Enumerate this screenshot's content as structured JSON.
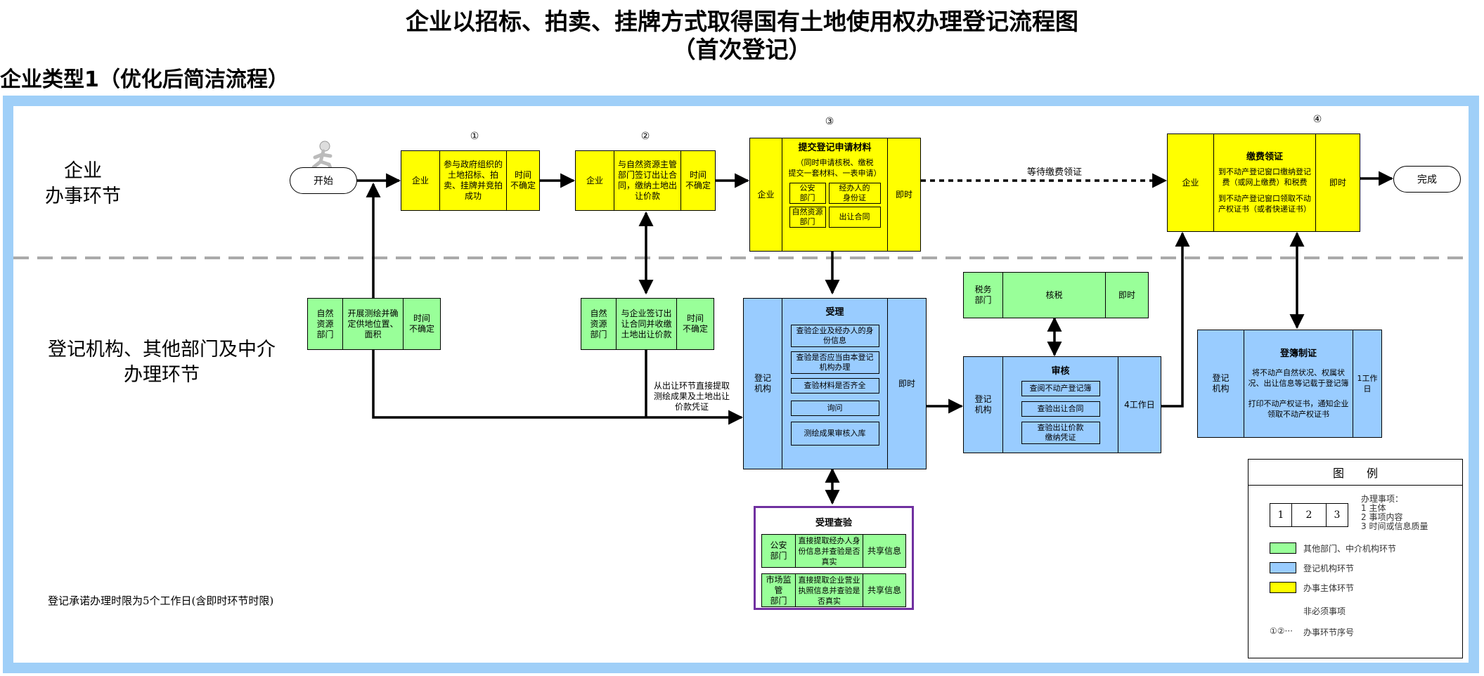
{
  "title": {
    "line1": "企业以招标、拍卖、挂牌方式取得国有土地使用权办理登记流程图",
    "line2": "（首次登记）"
  },
  "section_heading": "企业类型1（优化后简洁流程）",
  "lanes": {
    "top": "企业\n办事环节",
    "bottom": "登记机构、其他部门及中介\n办理环节"
  },
  "start_label": "开始",
  "end_label": "完成",
  "step_numbers": {
    "s1": "①",
    "s2": "②",
    "s3": "③",
    "s4": "④"
  },
  "step1": {
    "actor": "企业",
    "content": "参与政府组织的土地招标、拍卖、挂牌并竞拍成功",
    "time": "时间\n不确定"
  },
  "step2": {
    "actor": "企业",
    "content": "与自然资源主管部门签订出让合同，缴纳土地出让价款",
    "time": "时间\n不确定"
  },
  "step3": {
    "actor": "企业",
    "heading": "提交登记申请材料",
    "desc": "（同时申请核税、缴税\n提交一套材料、一表申请）",
    "subs": [
      {
        "org": "公安\n部门",
        "doc": "经办人的\n身份证"
      },
      {
        "org": "自然资源\n部门",
        "doc": "出让合同"
      }
    ],
    "time": "即时"
  },
  "wait_label": "等待缴费领证",
  "step4": {
    "actor": "企业",
    "heading": "缴费领证",
    "line1": "到不动产登记窗口缴纳登记费（或网上缴费）和税费",
    "line2": "到不动产登记窗口领取不动产权证书（或者快递证书）",
    "time": "即时"
  },
  "survey": {
    "actor": "自然\n资源\n部门",
    "content": "开展测绘并确定供地位置、面积",
    "time": "时间\n不确定"
  },
  "contract": {
    "actor": "自然\n资源\n部门",
    "content": "与企业签订出让合同并收缴土地出让价款",
    "time": "时间\n不确定"
  },
  "extract_note": "从出让环节直接提取\n测绘成果及土地出让\n价款凭证",
  "accept": {
    "actor": "登记\n机构",
    "heading": "受理",
    "items": [
      "查验企业及经办人的身份信息",
      "查验是否应当由本登记机构办理",
      "查验材料是否齐全",
      "询问",
      "测绘成果审核入库"
    ],
    "time": "即时"
  },
  "verify": {
    "heading": "受理查验",
    "rows": [
      {
        "org": "公安\n部门",
        "content": "直接提取经办人身份信息并查验是否真实",
        "mode": "共享信息"
      },
      {
        "org": "市场监管\n部门",
        "content": "直接提取企业营业执照信息并查验是否真实",
        "mode": "共享信息"
      }
    ]
  },
  "tax": {
    "actor": "税务\n部门",
    "content": "核税",
    "time": "即时"
  },
  "review": {
    "actor": "登记\n机构",
    "heading": "审核",
    "items": [
      "查阅不动产登记簿",
      "查验出让合同",
      "查验出让价款\n缴纳凭证"
    ],
    "time": "4工作日"
  },
  "register": {
    "actor": "登记\n机构",
    "heading": "登簿制证",
    "line1": "将不动产自然状况、权属状况、出让信息等记载于登记簿",
    "line2": "打印不动产权证书，通知企业领取不动产权证书",
    "time": "1工作日"
  },
  "promise_note": "登记承诺办理时限为5个工作日(含即时环节时限)",
  "legend": {
    "title": "图　　例",
    "cells": [
      "1",
      "2",
      "3"
    ],
    "matter_title": "办理事项：",
    "matter_items": [
      "1 主体",
      "2 事项内容",
      "3 时间或信息质量"
    ],
    "items": [
      {
        "label": "其他部门、中介机构环节",
        "color": "#99ff99"
      },
      {
        "label": "登记机构环节",
        "color": "#99ccff"
      },
      {
        "label": "办事主体环节",
        "color": "#ffff00"
      },
      {
        "label": "非必须事项"
      },
      {
        "symbol": "①②···",
        "label": "办事环节序号"
      }
    ]
  },
  "colors": {
    "enterprise": "#ffff00",
    "other_dept": "#99ff99",
    "registry": "#99ccff",
    "frame": "#9fcff8",
    "verify_border": "#7030a0",
    "divider": "#aaaaaa"
  }
}
